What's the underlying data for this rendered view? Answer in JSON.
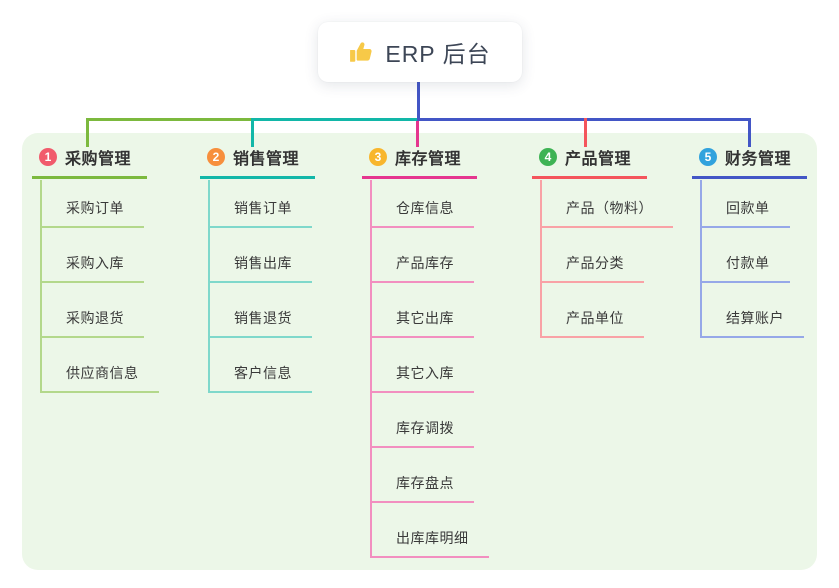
{
  "root": {
    "label": "ERP 后台",
    "icon": "thumbs-up-icon",
    "icon_color": "#f7c948"
  },
  "colors": {
    "panel": "#ecf7e8",
    "root_connector": "#4356c6",
    "text_dark": "#333333",
    "root_text": "#3d4656"
  },
  "branches": [
    {
      "index": "1",
      "title": "采购管理",
      "color": "#7cb93e",
      "light": "#b3d88b",
      "badge": "#f15b6c",
      "children": [
        "采购订单",
        "采购入库",
        "采购退货",
        "供应商信息"
      ]
    },
    {
      "index": "2",
      "title": "销售管理",
      "color": "#12b7a8",
      "light": "#7fd8cb",
      "badge": "#f78f3d",
      "children": [
        "销售订单",
        "销售出库",
        "销售退货",
        "客户信息"
      ]
    },
    {
      "index": "3",
      "title": "库存管理",
      "color": "#e5368f",
      "light": "#f28fc0",
      "badge": "#f8b62d",
      "children": [
        "仓库信息",
        "产品库存",
        "其它出库",
        "其它入库",
        "库存调拨",
        "库存盘点",
        "出库库明细"
      ]
    },
    {
      "index": "4",
      "title": "产品管理",
      "color": "#f4555c",
      "light": "#f9a2a6",
      "badge": "#3eb354",
      "children": [
        "产品（物料）",
        "产品分类",
        "产品单位"
      ]
    },
    {
      "index": "5",
      "title": "财务管理",
      "color": "#4356c6",
      "light": "#96a8e8",
      "badge": "#31a2dd",
      "children": [
        "回款单",
        "付款单",
        "结算账户"
      ]
    }
  ]
}
